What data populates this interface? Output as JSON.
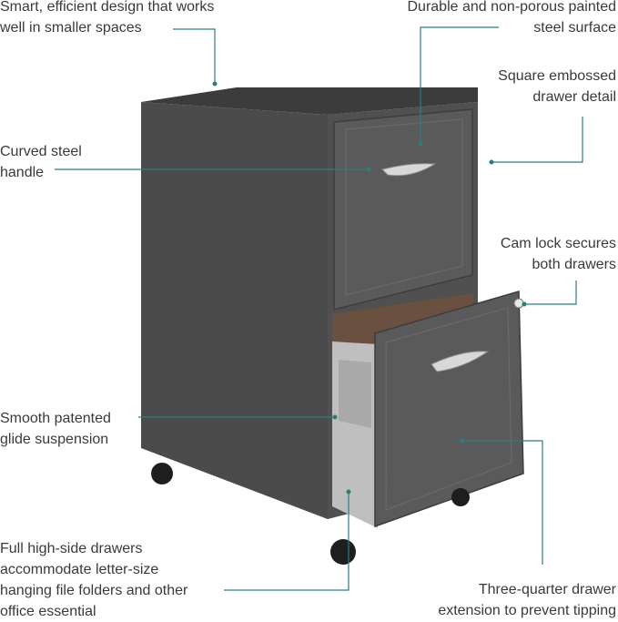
{
  "colors": {
    "leader_line": "#2e7d7d",
    "cabinet_body": "#4a4a4a",
    "cabinet_front": "#565656",
    "text": "#3a3a3a"
  },
  "callouts": {
    "smart_design": {
      "lines": [
        "Smart, efficient design that works",
        "well in smaller spaces"
      ]
    },
    "durable_surface": {
      "lines": [
        "Durable and non-porous painted",
        "steel surface"
      ]
    },
    "embossed_detail": {
      "lines": [
        "Square embossed",
        "drawer detail"
      ]
    },
    "curved_handle": {
      "lines": [
        "Curved steel",
        "handle"
      ]
    },
    "cam_lock": {
      "lines": [
        "Cam lock secures",
        "both drawers"
      ]
    },
    "glide_suspension": {
      "lines": [
        "Smooth patented",
        "glide suspension"
      ]
    },
    "high_side_drawers": {
      "lines": [
        "Full high-side drawers",
        "accommodate letter-size",
        "hanging file folders and other",
        "office essential"
      ]
    },
    "extension": {
      "lines": [
        "Three-quarter drawer",
        "extension to prevent tipping"
      ]
    }
  },
  "icons": [
    "cabinet-illustration",
    "caster-wheel-icon",
    "drawer-handle-icon",
    "cam-lock-icon"
  ]
}
